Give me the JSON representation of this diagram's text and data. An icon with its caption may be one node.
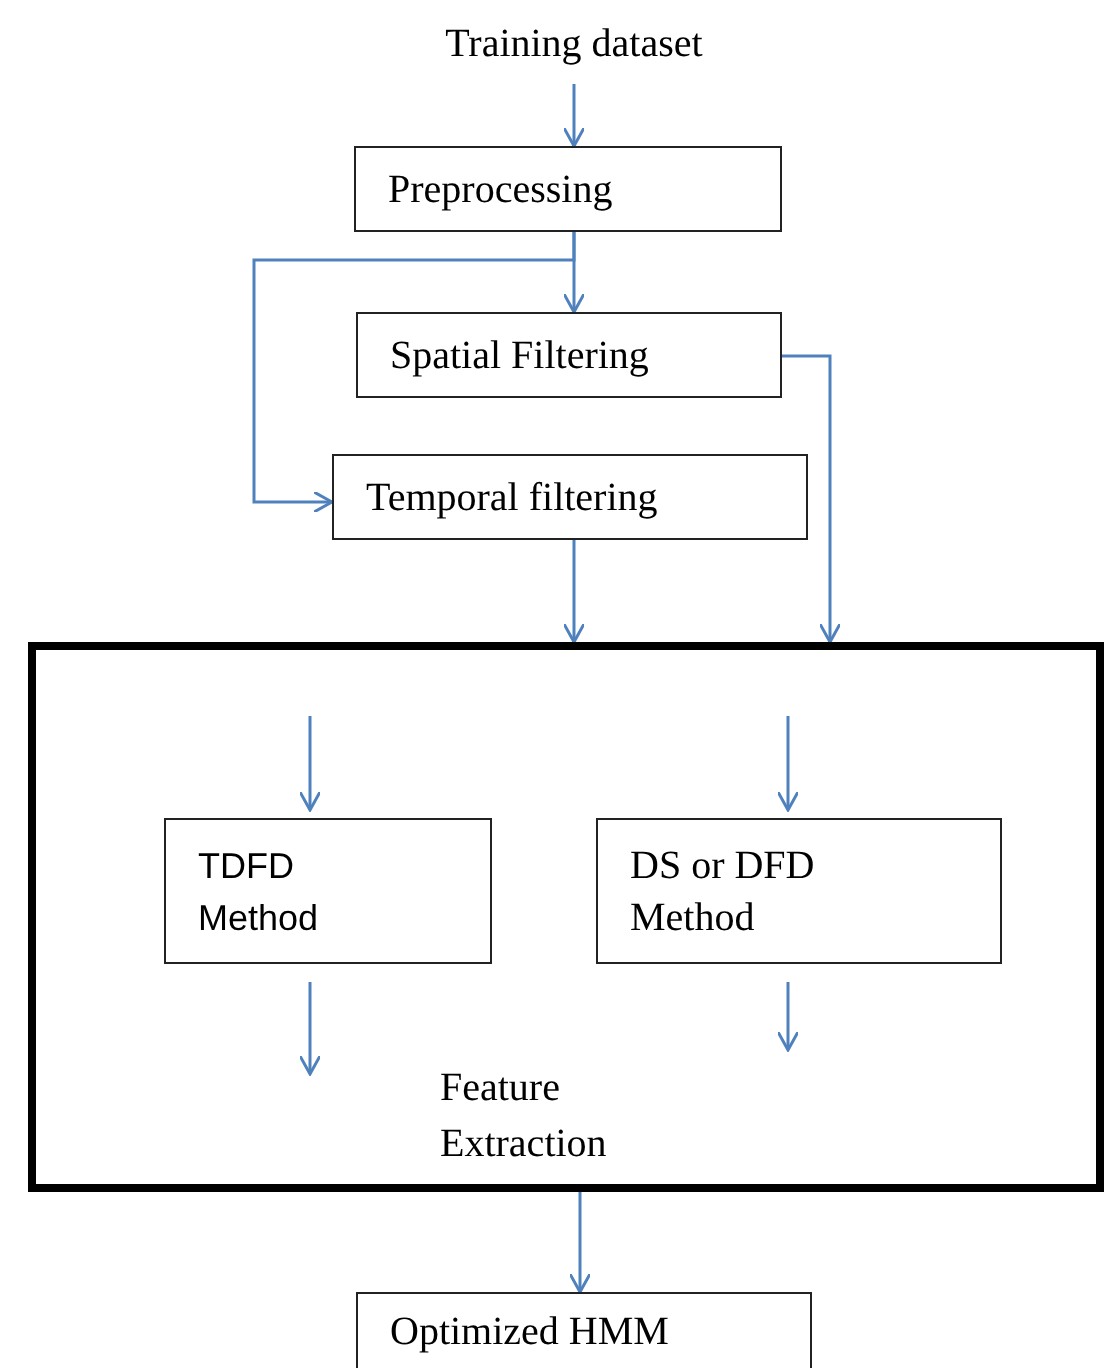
{
  "diagram": {
    "nodes": [
      {
        "text": [
          "Training dataset"
        ]
      },
      {
        "text": [
          "Preprocessing"
        ]
      },
      {
        "text": [
          "Spatial Filtering"
        ]
      },
      {
        "text": [
          "Temporal filtering"
        ]
      },
      {
        "text": [
          "Feature Extraction"
        ]
      },
      {
        "text": [
          "TDFD Method"
        ],
        "in": 4
      },
      {
        "text": [
          "DS or DFD Method"
        ],
        "in": 4
      },
      {
        "text": [
          "Optimized HMM"
        ]
      }
    ],
    "edges": [
      {
        "from": 0,
        "to": 1,
        "arrow": "to"
      },
      {
        "from": 1,
        "to": 2,
        "arrow": "to"
      },
      {
        "from": 1,
        "to": 3,
        "arrow": "to"
      },
      {
        "from": 3,
        "to": 4,
        "arrow": "to"
      },
      {
        "from": 2,
        "to": 4,
        "arrow": "to"
      },
      {
        "from": null,
        "to": 5,
        "arrow": "to"
      },
      {
        "from": null,
        "to": 6,
        "arrow": "to"
      },
      {
        "from": 5,
        "to": null,
        "arrow": "to"
      },
      {
        "from": 6,
        "to": null,
        "arrow": "to"
      },
      {
        "from": 4,
        "to": 7,
        "arrow": "to"
      }
    ]
  }
}
